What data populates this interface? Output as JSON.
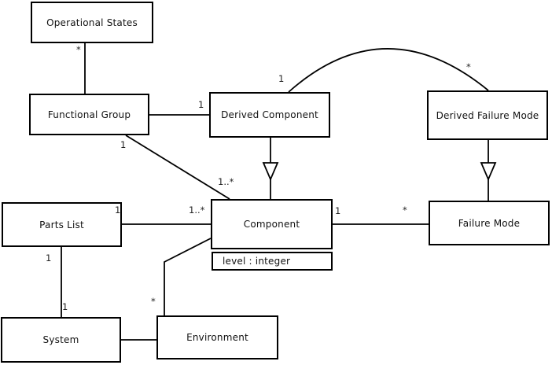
{
  "diagram": {
    "type": "uml-class-diagram",
    "colors": {
      "background": "#ffffff",
      "line": "#000000",
      "text": "#111111"
    },
    "classes": [
      {
        "name": "Operational States"
      },
      {
        "name": "Functional Group"
      },
      {
        "name": "Derived Component"
      },
      {
        "name": "Derived Failure Mode"
      },
      {
        "name": "Parts List"
      },
      {
        "name": "Component",
        "attributes": [
          "level : integer"
        ]
      },
      {
        "name": "Failure Mode"
      },
      {
        "name": "System"
      },
      {
        "name": "Environment"
      }
    ],
    "relationships": [
      {
        "from": "Operational States",
        "to": "Functional Group",
        "type": "association",
        "labels": [
          {
            "text": "*",
            "near": "Operational States"
          }
        ]
      },
      {
        "from": "Functional Group",
        "to": "Derived Component",
        "type": "association",
        "labels": [
          {
            "text": "1",
            "near": "Derived Component"
          }
        ]
      },
      {
        "from": "Functional Group",
        "to": "Component",
        "type": "association",
        "labels": [
          {
            "text": "1",
            "near": "Functional Group"
          },
          {
            "text": "1..*",
            "near": "Component"
          }
        ]
      },
      {
        "from": "Derived Component",
        "to": "Component",
        "type": "generalization",
        "labels": []
      },
      {
        "from": "Derived Component",
        "to": "Derived Failure Mode",
        "type": "association-arc",
        "labels": [
          {
            "text": "1",
            "near": "Derived Component"
          },
          {
            "text": "*",
            "near": "Derived Failure Mode"
          }
        ]
      },
      {
        "from": "Derived Failure Mode",
        "to": "Failure Mode",
        "type": "generalization",
        "labels": []
      },
      {
        "from": "Component",
        "to": "Failure Mode",
        "type": "association",
        "labels": [
          {
            "text": "1",
            "near": "Component"
          },
          {
            "text": "*",
            "near": "Failure Mode"
          }
        ]
      },
      {
        "from": "Parts List",
        "to": "Component",
        "type": "association",
        "labels": [
          {
            "text": "1",
            "near": "Parts List"
          },
          {
            "text": "1..*",
            "near": "Component"
          }
        ]
      },
      {
        "from": "Parts List",
        "to": "System",
        "type": "association",
        "labels": [
          {
            "text": "1",
            "near": "Parts List"
          },
          {
            "text": "1",
            "near": "System"
          }
        ]
      },
      {
        "from": "Component",
        "to": "Environment",
        "type": "association",
        "labels": [
          {
            "text": "*",
            "near": "Environment"
          }
        ]
      },
      {
        "from": "System",
        "to": "Environment",
        "type": "association",
        "labels": []
      }
    ]
  }
}
